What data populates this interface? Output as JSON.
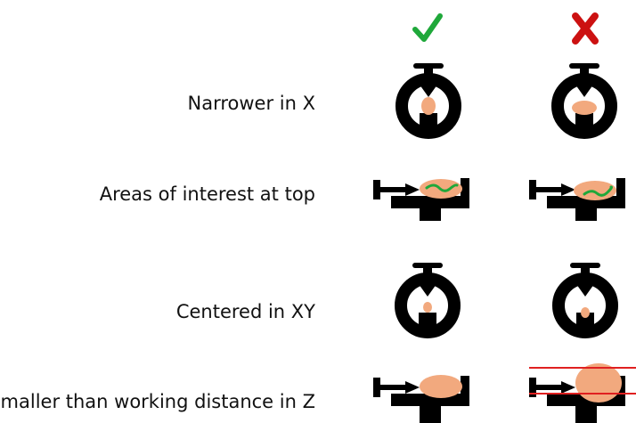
{
  "header": {
    "good_mark": "✓",
    "bad_mark": "✗"
  },
  "rows": [
    {
      "label": "Narrower in X"
    },
    {
      "label": "Areas of interest at top"
    },
    {
      "label": "Centered in XY"
    },
    {
      "label": "Smaller than working distance in Z"
    }
  ],
  "colors": {
    "holder": "#000000",
    "sample": "#f2a97e",
    "feature": "#1fa83a",
    "good": "#1fa83a",
    "bad": "#cc1111",
    "limit_line": "#e02020"
  },
  "icons": {
    "good": "checkmark-icon",
    "bad": "cross-icon"
  }
}
